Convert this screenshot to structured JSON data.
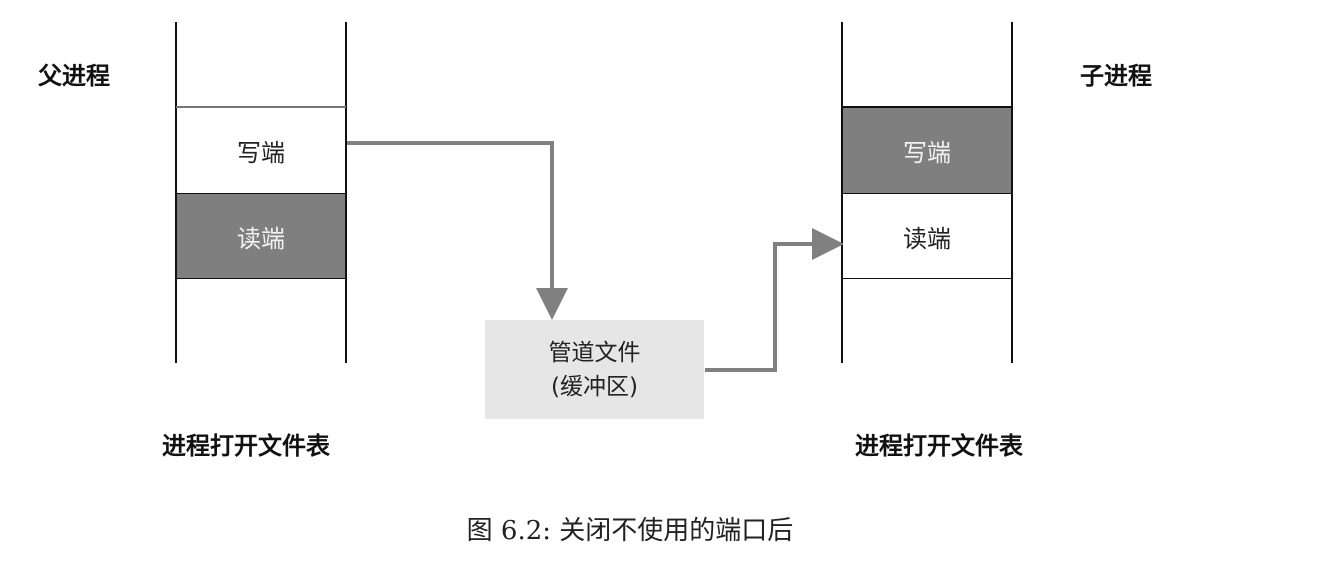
{
  "parent": {
    "title": "父进程",
    "write": "写端",
    "read": "读端",
    "table_label": "进程打开文件表"
  },
  "child": {
    "title": "子进程",
    "write": "写端",
    "read": "读端",
    "table_label": "进程打开文件表"
  },
  "pipe": {
    "line1": "管道文件",
    "line2": "(缓冲区)"
  },
  "caption": "图 6.2: 关闭不使用的端口后",
  "colors": {
    "closed": "#7f7f7f",
    "open": "#ffffff",
    "pipe": "#e6e6e6",
    "arrow": "#808080"
  }
}
